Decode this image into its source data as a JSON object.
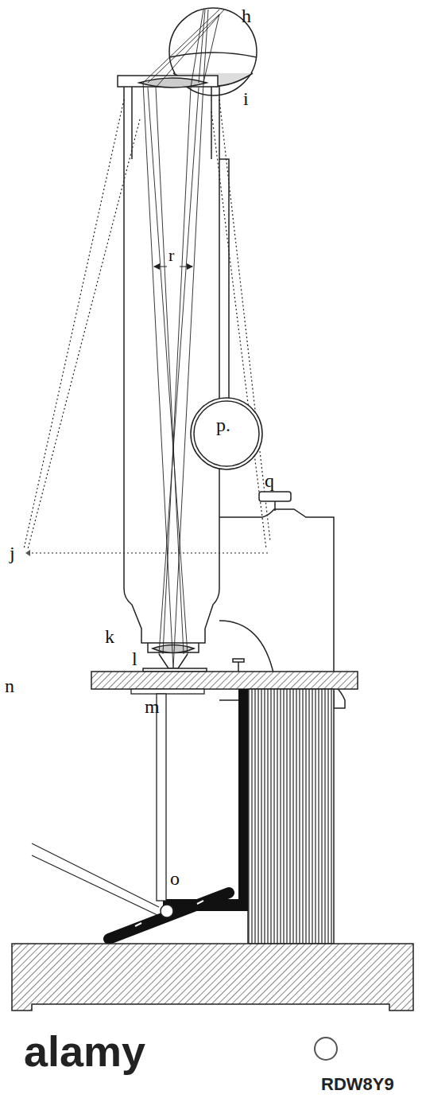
{
  "diagram": {
    "labels": [
      "h",
      "i",
      "r",
      "p.",
      "q",
      "j",
      "k",
      "l",
      "n",
      "m",
      "o",
      "alamy",
      "RDW8Y9"
    ]
  }
}
